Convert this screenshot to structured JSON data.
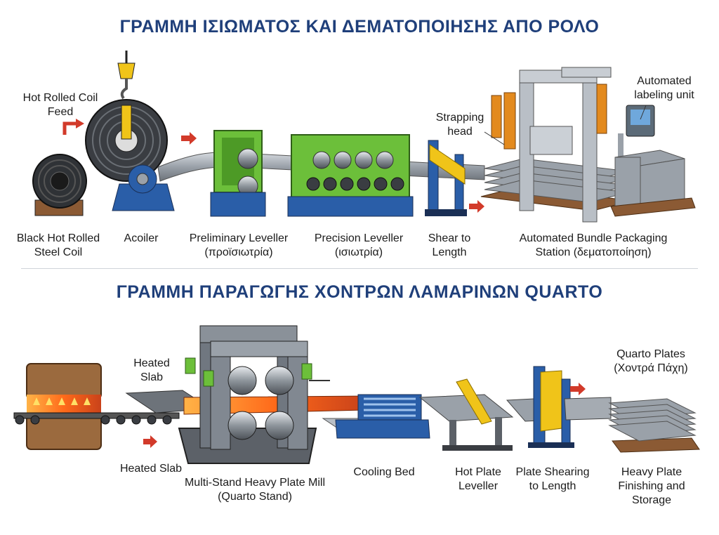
{
  "colors": {
    "title": "#1f3f7a",
    "steel": "#8f959c",
    "dark": "#2d2f33",
    "blue": "#2a5ea8",
    "green": "#6cbf3a",
    "orange": "#e38a1e",
    "yellow": "#f0c419",
    "red": "#d23a2a",
    "wood": "#8b5a34",
    "hot": "#ff7a1a"
  },
  "top_line": {
    "title": "ΓΡΑΜΜΗ ΙΣΙΩΜΑΤΟΣ ΚΑΙ ΔΕΜΑΤΟΠΟΙΗΣΗΣ ΑΠΟ ΡΟΛΟ",
    "callouts": {
      "feed_line1": "Hot Rolled Coil",
      "feed_line2": "Feed",
      "strapping_line1": "Strapping",
      "strapping_line2": "head",
      "labeling_line1": "Automated",
      "labeling_line2": "labeling unit"
    },
    "stations": {
      "coil_line1": "Black Hot Rolled",
      "coil_line2": "Steel Coil",
      "acoiler": "Acoiler",
      "prelim_line1": "Preliminary Leveller",
      "prelim_line2": "(προϊσιωτρία)",
      "precision_line1": "Precision Leveller",
      "precision_line2": "(ισιωτρία)",
      "shear_line1": "Shear to",
      "shear_line2": "Length",
      "bundle_line1": "Automated Bundle Packaging",
      "bundle_line2": "Station (δεματοποίηση)"
    }
  },
  "bottom_line": {
    "title": "ΓΡΑΜΜΗ ΠΑΡΑΓΩΓΗΣ ΧΟΝΤΡΩΝ ΛΑΜΑΡΙΝΩΝ QUARTO",
    "callouts": {
      "heated_slab_line1": "Heated",
      "heated_slab_line2": "Slab",
      "quarto_plates_line1": "Quarto Plates",
      "quarto_plates_line2": "(Χοντρά Πάχη)"
    },
    "stations": {
      "heated_slab": "Heated Slab",
      "mill_line1": "Multi-Stand Heavy Plate Mill",
      "mill_line2": "(Quarto Stand)",
      "cooling_bed": "Cooling Bed",
      "hot_leveller_line1": "Hot Plate",
      "hot_leveller_line2": "Leveller",
      "shearing_line1": "Plate Shearing",
      "shearing_line2": "to Length",
      "finishing_line1": "Heavy Plate",
      "finishing_line2": "Finishing and",
      "finishing_line3": "Storage"
    }
  }
}
